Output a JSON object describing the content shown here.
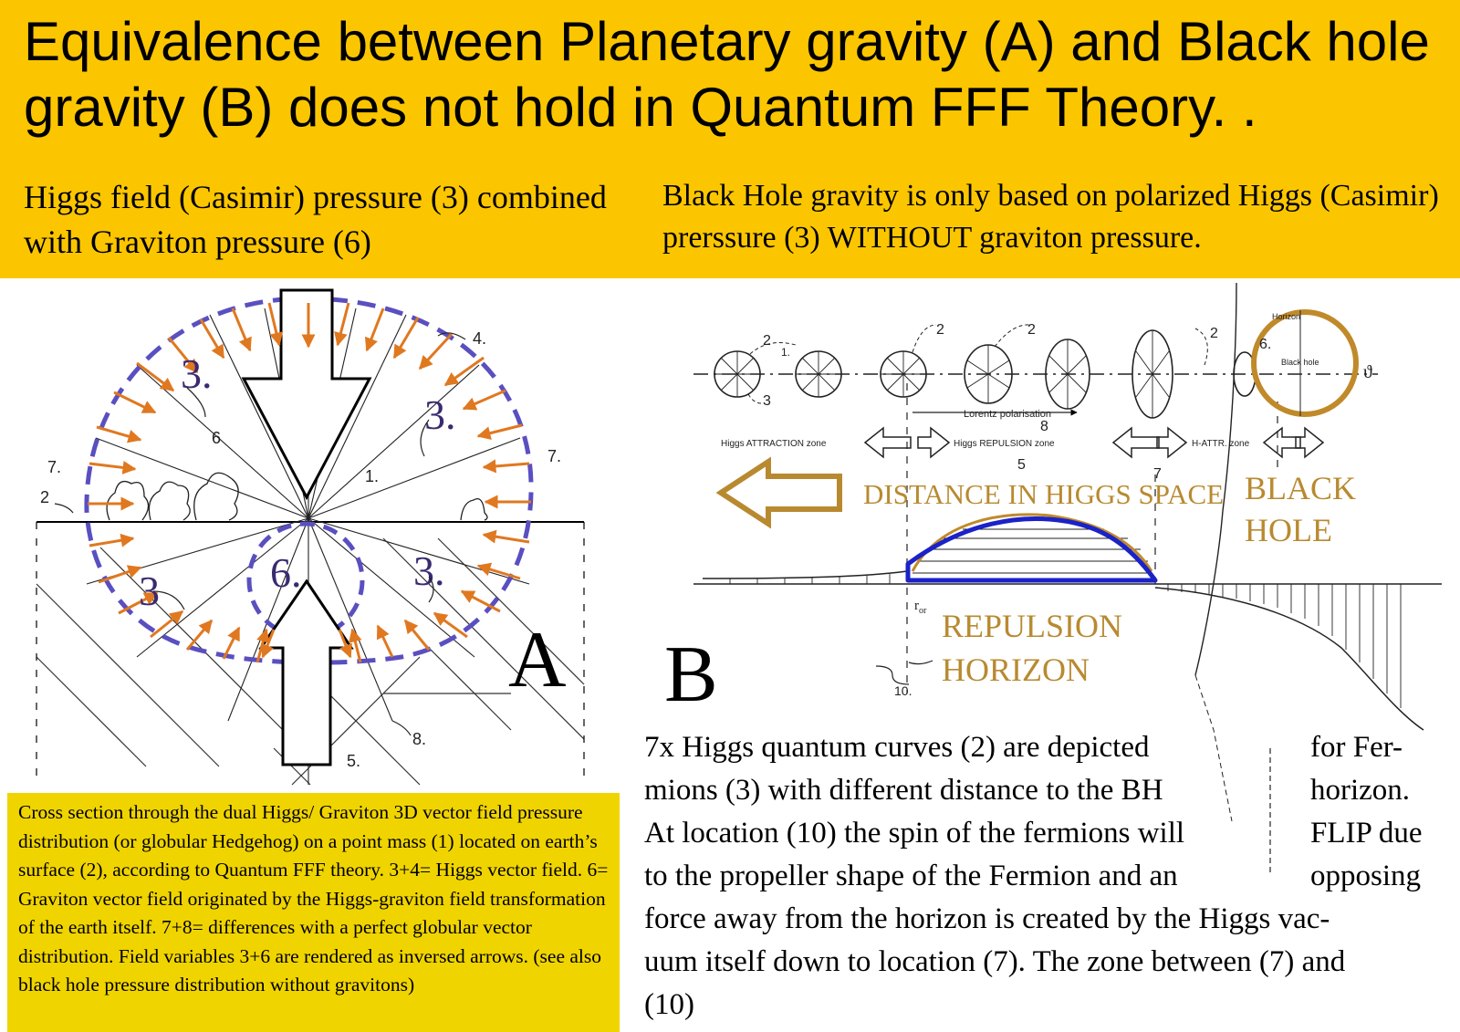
{
  "header": {
    "title": "Equivalence between Planetary gravity (A) and Black hole gravity (B) does not hold in Quantum FFF Theory. .",
    "subtitle_left": "Higgs field (Casimir) pressure (3) combined with Graviton pressure (6)",
    "subtitle_right": "Black Hole gravity is only based on polarized Higgs (Casimir) prerssure (3) WITHOUT graviton pressure."
  },
  "diagram_a": {
    "panel_label": "A",
    "numbers": {
      "n3_top_left": "3.",
      "n3_top_right": "3.",
      "n3_bottom_left": "3",
      "n3_bottom_right": "3.",
      "n6": "6.",
      "n1": "1.",
      "n2": "2",
      "n4": "4.",
      "n5": "5.",
      "n6_small": "6",
      "n7_left": "7.",
      "n7_right": "7.",
      "n8": "8."
    }
  },
  "diagram_b": {
    "panel_label": "B",
    "labels": {
      "horizon": "Horizon",
      "black_hole": "Black hole",
      "lorentz": "Lorentz polarisation",
      "higgs_attraction": "Higgs ATTRACTION zone",
      "higgs_repulsion": "Higgs REPULSION zone",
      "h_attr": "H-ATTR. zone",
      "distance": "DISTANCE IN HIGGS SPACE",
      "black_hole_big_1": "BLACK",
      "black_hole_big_2": "HOLE",
      "repulsion": "REPULSION",
      "horizon_big": "HORIZON",
      "r_or": "r",
      "r_sub": "or",
      "n2": "2",
      "n1": "1.",
      "n3": "3",
      "n5": "5",
      "n6": "6.",
      "n7": "7",
      "n8": "8",
      "n10": "10."
    }
  },
  "caption_a": "Cross section through the dual Higgs/ Graviton 3D vector field pressure distribution (or globular Hedgehog) on a point mass (1) located on earth’s surface (2), according to Quantum FFF theory. 3+4= Higgs vector field. 6= Graviton vector field originated by the Higgs-graviton field transformation of the earth itself. 7+8= differences with a perfect globular vector distribution. Field variables 3+6 are rendered as inversed arrows. (see also black hole pressure distribution without gravitons)",
  "text_b": {
    "lines": [
      "7x Higgs quantum curves (2) are depicted",
      "mions (3) with different distance to the BH",
      "At location (10) the spin of the fermions will",
      "to the propeller shape of the Fermion and an",
      "force away from the horizon is created by the Higgs vac-",
      "uum itself down to location (7). The zone between (7) and",
      "(10)"
    ],
    "side_lines": [
      "for Fer-",
      "horizon.",
      "FLIP due",
      "opposing"
    ]
  },
  "colors": {
    "header_bg": "#fbc600",
    "caption_bg": "#f0d400",
    "arrow_orange": "#e07820",
    "circle_purple": "#5a4fc0",
    "bh_brown": "#c08a2a",
    "curve_blue": "#1a22c8"
  }
}
